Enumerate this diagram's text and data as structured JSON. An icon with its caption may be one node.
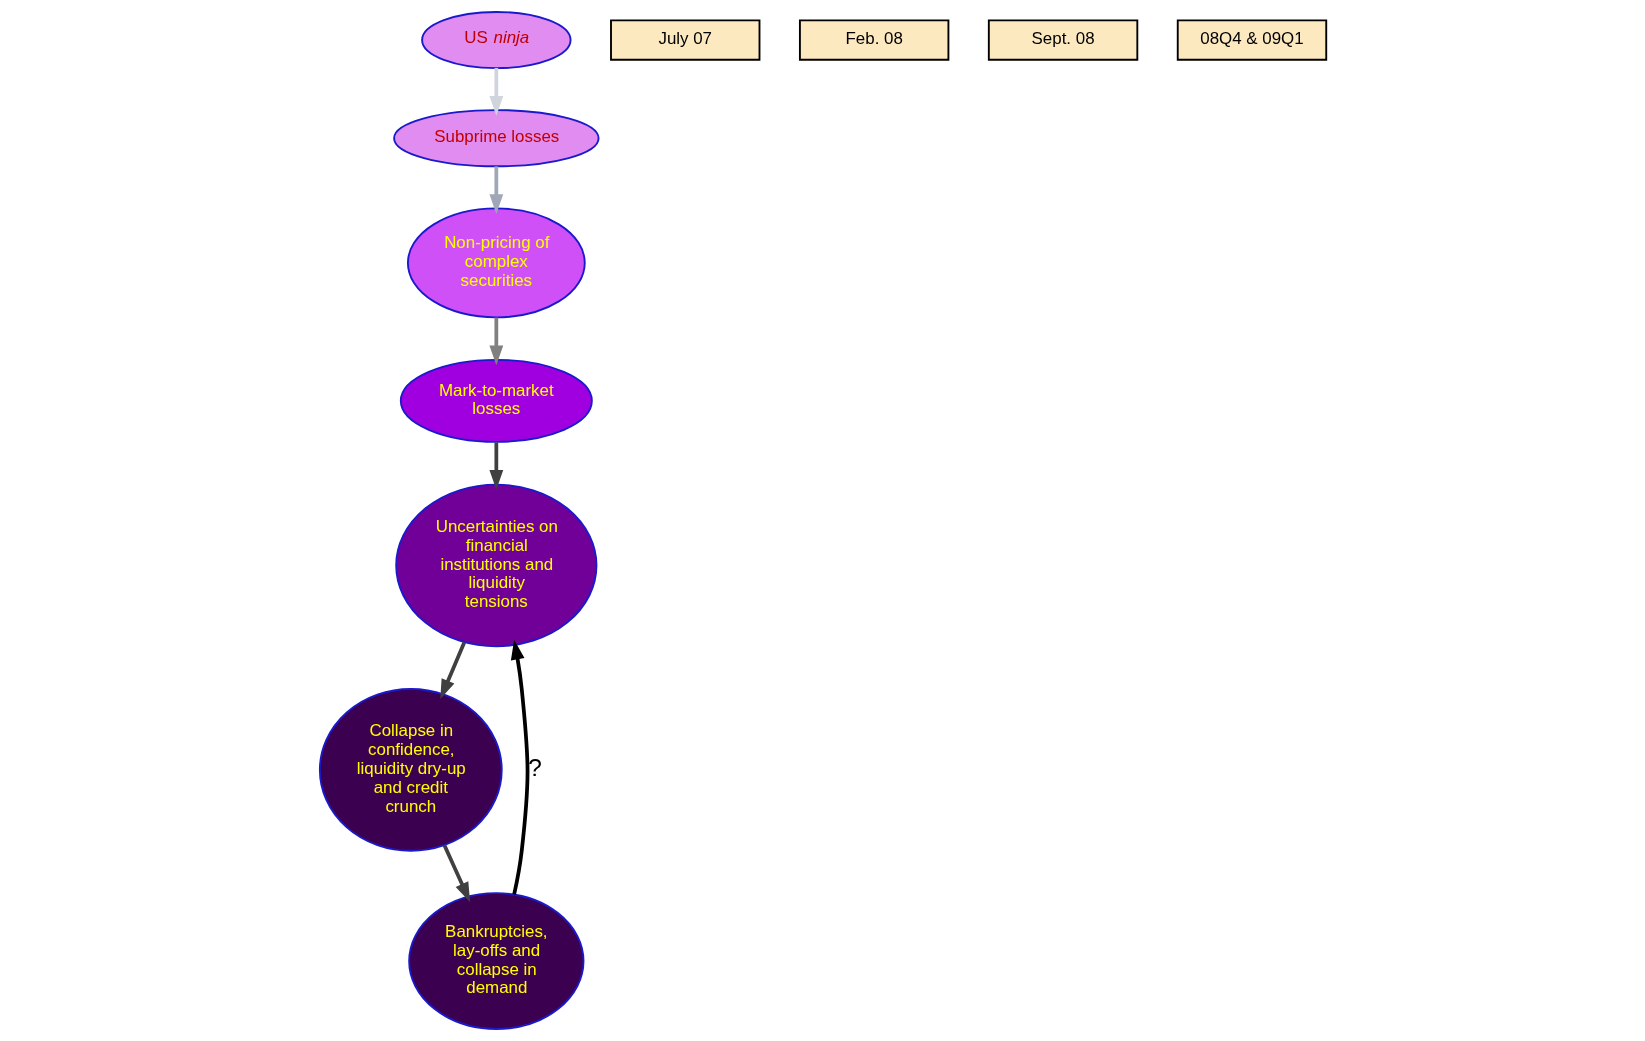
{
  "diagram": {
    "nodes": [
      {
        "text": [
          "US *ninja*"
        ]
      },
      {
        "text": [
          "Subprime losses"
        ]
      },
      {
        "text": [
          "Non-pricing of complex securities"
        ]
      },
      {
        "text": [
          "Mark-to-market losses"
        ]
      },
      {
        "text": [
          "Uncertainties on financial institutions and liquidity tensions"
        ]
      },
      {
        "text": [
          "Collapse in confidence, liquidity dry-up and credit crunch"
        ]
      },
      {
        "text": [
          "Bankruptcies, lay-offs and collapse in demand"
        ]
      },
      {
        "text": [
          "July 07"
        ]
      },
      {
        "text": [
          "Feb. 08"
        ]
      },
      {
        "text": [
          "Sept. 08"
        ]
      },
      {
        "text": [
          "08Q4 & 09Q1"
        ]
      }
    ],
    "edges": [
      {
        "from": 0,
        "to": 1,
        "arrow": "to",
        "color": "#d0d4dc"
      },
      {
        "from": 1,
        "to": 2,
        "arrow": "to",
        "color": "#a0a8b8"
      },
      {
        "from": 2,
        "to": 3,
        "arrow": "to",
        "color": "#808080"
      },
      {
        "from": 3,
        "to": 4,
        "arrow": "to"
      },
      {
        "from": 4,
        "to": 5,
        "arrow": "to"
      },
      {
        "from": 5,
        "to": 6,
        "arrow": "to"
      },
      {
        "from": 6,
        "to": 4,
        "label": "?",
        "arrow": "to",
        "color": "#000000"
      }
    ]
  }
}
